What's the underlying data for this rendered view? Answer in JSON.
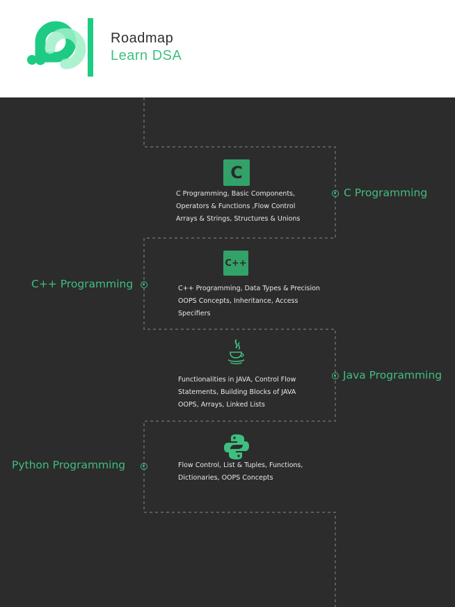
{
  "brand": {
    "line1": "Roadmap",
    "line2": "Learn DSA",
    "accent": "#3fbf7f",
    "logo_icon": "gfg-logo-icon"
  },
  "colors": {
    "header_bg": "#ffffff",
    "body_bg": "#2c2c2c",
    "path_line": "#8a8a8a",
    "accent": "#3fbf7f"
  },
  "sections": [
    {
      "label": "C Programming",
      "icon_text": "C",
      "icon": "c-language-icon",
      "lines": [
        "C Programming, Basic Components,",
        "Operators & Functions ,Flow Control",
        "Arrays & Strings, Structures & Unions"
      ]
    },
    {
      "label": "C++ Programming",
      "icon_text": "C++",
      "icon": "cpp-language-icon",
      "lines": [
        "C++ Programming, Data Types & Precision",
        "OOPS Concepts, Inheritance, Access",
        "Specifiers"
      ]
    },
    {
      "label": "Java Programming",
      "icon": "java-coffee-cup-icon",
      "lines": [
        "Functionalities in JAVA, Control Flow",
        "Statements, Building Blocks of JAVA",
        "OOPS, Arrays, Linked Lists"
      ]
    },
    {
      "label": "Python Programming",
      "icon": "python-logo-icon",
      "lines": [
        "Flow Control, List & Tuples, Functions,",
        "Dictionaries, OOPS Concepts"
      ]
    }
  ]
}
